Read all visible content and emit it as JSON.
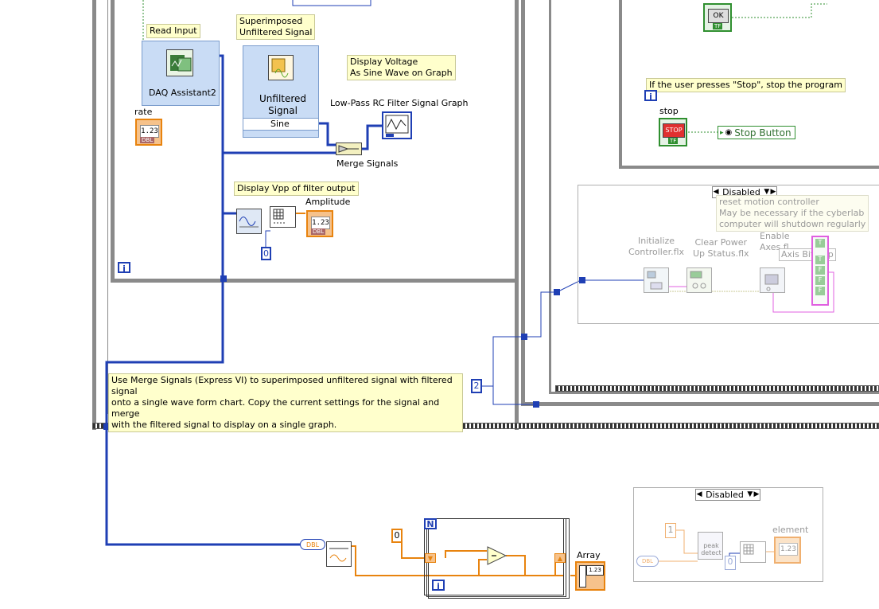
{
  "labels": {
    "read_input": "Read Input",
    "superimposed": "Superimposed\nUnfiltered Signal",
    "display_voltage": "Display Voltage\nAs Sine Wave on Graph",
    "daq_assistant": "DAQ Assistant2",
    "unfiltered_signal": "Unfiltered\nSignal",
    "sine": "Sine",
    "low_pass_graph": "Low-Pass RC Filter Signal Graph",
    "rate": "rate",
    "merge_signals": "Merge Signals",
    "display_vpp": "Display Vpp of filter output",
    "amplitude": "Amplitude",
    "zero_const": "0",
    "two_const": "2",
    "merge_note": "Use Merge Signals (Express VI) to superimposed unfiltered signal with filtered signal\nonto a single wave form chart. Copy the current settings for the signal and merge\nwith the filtered signal to display on a single graph.",
    "stop_note": "If the user presses \"Stop\", stop the program",
    "stop_label": "stop",
    "stop_button_local": "Stop Button",
    "ok_text": "OK",
    "stop_text": "STOP",
    "tf_text": "TF",
    "disabled_1": "Disabled",
    "reset_note": "reset motion controller\nMay be necessary if the cyberlab\ncomputer will shutdown regularly",
    "initialize": "Initialize\nController.flx",
    "clear_power": "Clear Power\nUp Status.flx",
    "enable_axes": "Enable\nAxes.fl",
    "axis_bitmap": "Axis Bitmap",
    "t_letter": "T",
    "f_letter": "F",
    "disabled_2": "Disabled",
    "one_const": "1",
    "peak_detect": "peak\ndetect",
    "element": "element",
    "n_terminal": "N",
    "i_terminal": "i",
    "array": "Array",
    "dbl_tag": "DBL",
    "val_123": "1.23",
    "zero_const_bottom": "0",
    "zero_const_disabled": "0"
  },
  "colors": {
    "wire_blue": "#1f3fb4",
    "wire_orange": "#e8830e",
    "wire_green": "#2f8f2f",
    "wire_pink": "#e060e0",
    "structure_grey": "#8a8a8a",
    "note_yellow": "#ffffcc",
    "express_blue": "#c9dcf5"
  }
}
